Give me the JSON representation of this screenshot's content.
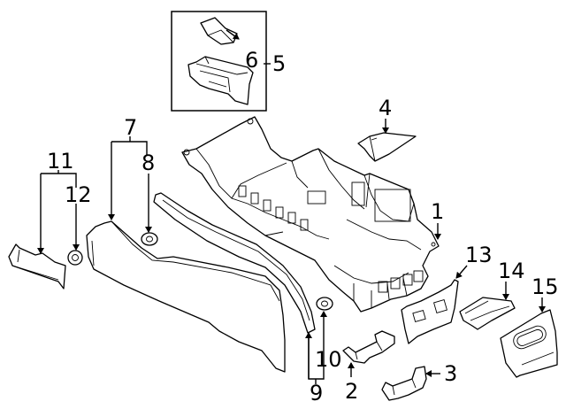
{
  "diagram": {
    "title": "Center console parts diagram",
    "callouts": [
      {
        "id": "c1",
        "label": "1",
        "part": "console-base"
      },
      {
        "id": "c2",
        "label": "2",
        "part": "bracket-left"
      },
      {
        "id": "c3",
        "label": "3",
        "part": "bracket-right"
      },
      {
        "id": "c4",
        "label": "4",
        "part": "small-cover-plate"
      },
      {
        "id": "c5",
        "label": "5",
        "part": "storage-tray-assembly"
      },
      {
        "id": "c6",
        "label": "6",
        "part": "tray-liner"
      },
      {
        "id": "c7",
        "label": "7",
        "part": "side-panel-group"
      },
      {
        "id": "c8",
        "label": "8",
        "part": "clip-upper"
      },
      {
        "id": "c9",
        "label": "9",
        "part": "trim-strip-group"
      },
      {
        "id": "c10",
        "label": "10",
        "part": "clip-lower"
      },
      {
        "id": "c11",
        "label": "11",
        "part": "side-trim-group"
      },
      {
        "id": "c12",
        "label": "12",
        "part": "clip-left"
      },
      {
        "id": "c13",
        "label": "13",
        "part": "rear-panel"
      },
      {
        "id": "c14",
        "label": "14",
        "part": "vent-housing"
      },
      {
        "id": "c15",
        "label": "15",
        "part": "rear-trim-bezel"
      }
    ]
  }
}
